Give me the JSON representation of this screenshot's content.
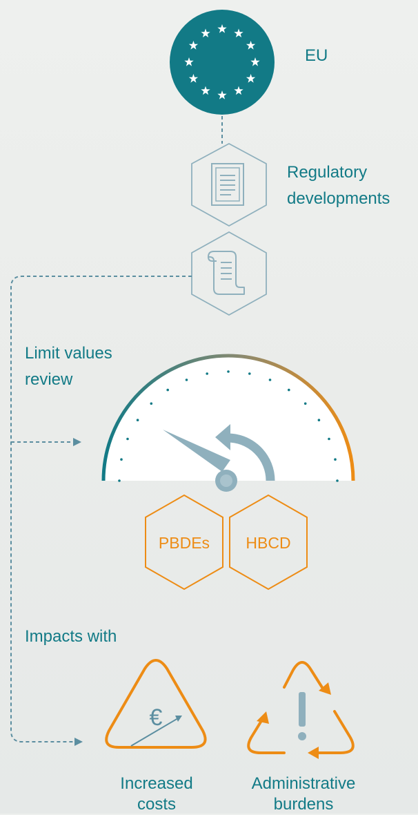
{
  "eu": {
    "label": "EU"
  },
  "regulatory": {
    "label_line1": "Regulatory",
    "label_line2": "developments"
  },
  "limit": {
    "label_line1": "Limit values",
    "label_line2": "review"
  },
  "substances": [
    "PBDEs",
    "HBCD"
  ],
  "impacts": {
    "heading": "Impacts with",
    "costs": {
      "line1": "Increased",
      "line2": "costs",
      "symbol": "€"
    },
    "burdens": {
      "line1": "Administrative",
      "line2": "burdens",
      "symbol": "!"
    }
  },
  "colors": {
    "teal": "#127a86",
    "orange": "#ed8c15",
    "grey_blue": "#8fb0bd",
    "dashed": "#5b8ea0"
  }
}
